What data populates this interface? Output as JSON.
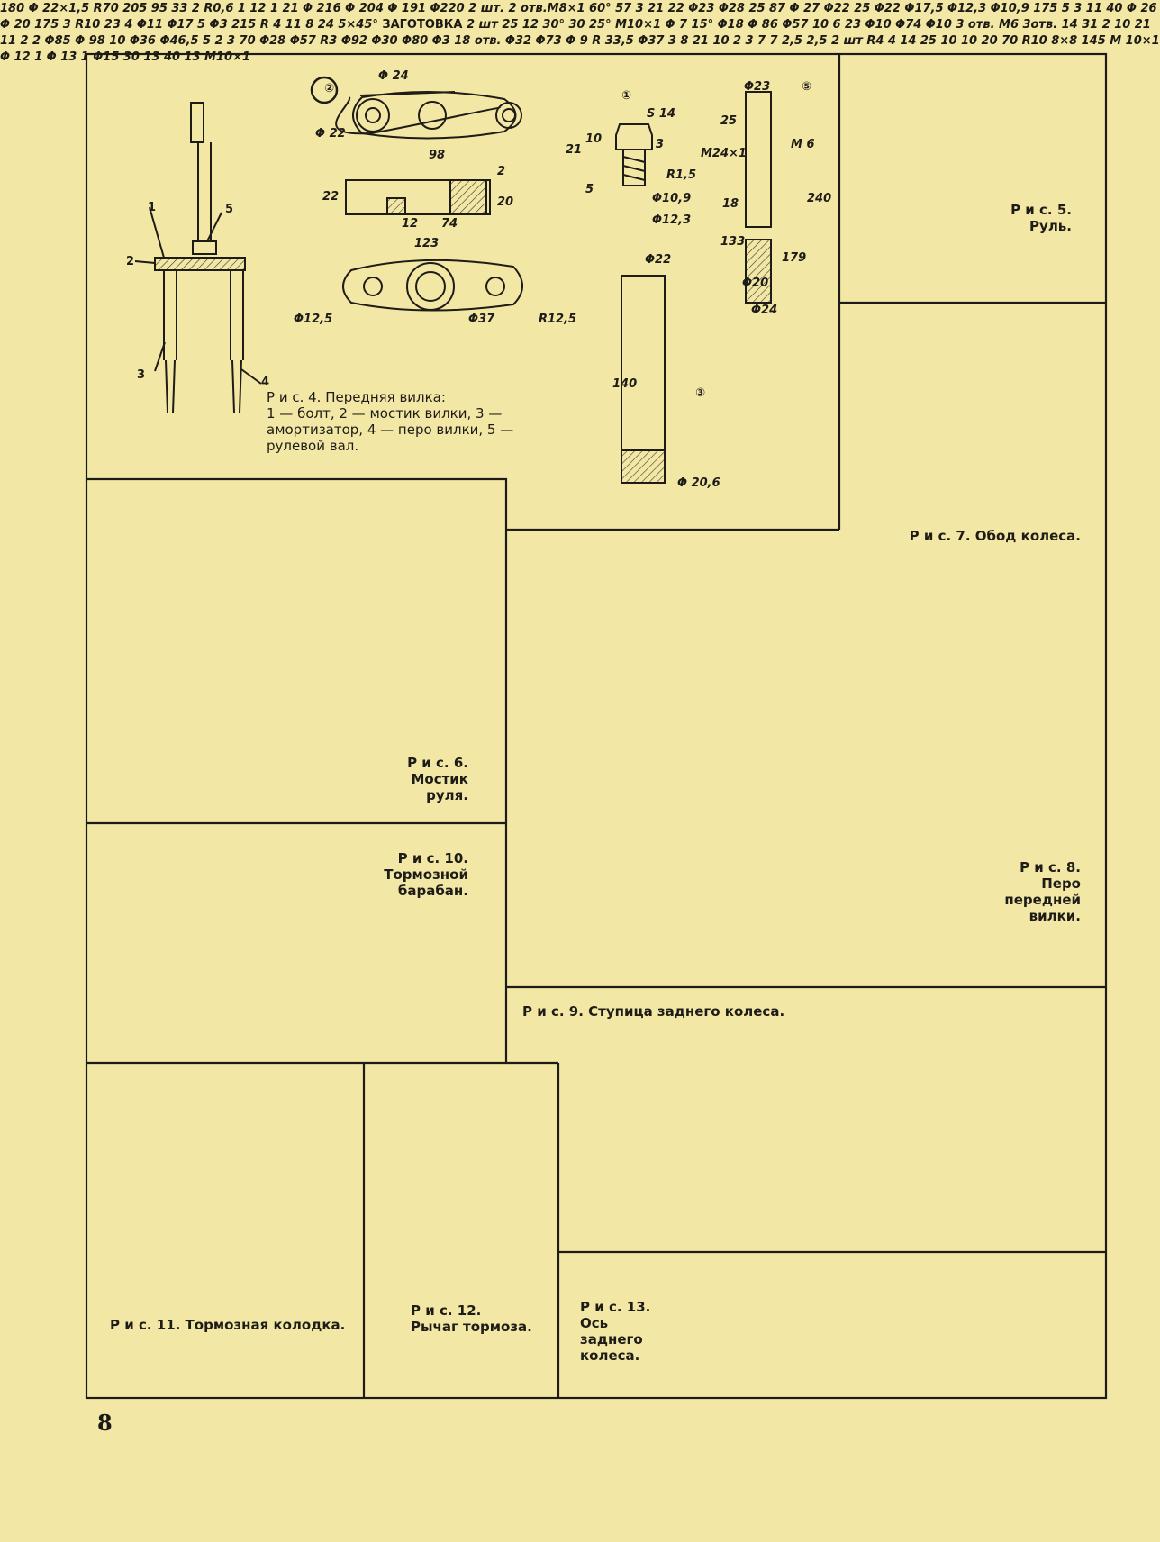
{
  "page_number": "8",
  "figures": {
    "fig4": {
      "caption": "Р и с. 4. Передняя вилка:\n1 — болт, 2 — мостик вилки, 3 — амортизатор, 4 — перо вилки, 5 — рулевой вал.",
      "callouts": [
        "1",
        "2",
        "3",
        "4",
        "5"
      ],
      "dims": [
        "Φ 24",
        "Φ 22",
        "98",
        "22",
        "2",
        "20",
        "12",
        "74",
        "123",
        "Φ12,5",
        "Φ37",
        "R12,5",
        "S 14",
        "21",
        "10",
        "3",
        "R1,5",
        "5",
        "Φ10,9",
        "Φ12,3",
        "Φ23",
        "25",
        "M24×1",
        "M 6",
        "18",
        "240",
        "133",
        "179",
        "Φ20",
        "Φ24",
        "Φ22",
        "140",
        "Φ 20,6"
      ],
      "part_marks": [
        "②",
        "①",
        "⑤",
        "③"
      ]
    },
    "fig5": {
      "caption": "Р и с. 5.\nРуль.",
      "dims": [
        "180",
        "Φ 22×1,5",
        "R70",
        "205",
        "95"
      ]
    },
    "fig6": {
      "caption": "Р и с. 6.\nМостик\nруля.",
      "dims": [
        "2 отв.М8×1",
        "60°",
        "57",
        "3",
        "21",
        "22",
        "Φ23",
        "Φ28",
        "25",
        "87",
        "Φ 27",
        "Φ22",
        "25"
      ]
    },
    "fig7": {
      "caption": "Р и с. 7. Обод колеса.",
      "qty": "2 шт.",
      "dims": [
        "33",
        "2",
        "R0,6",
        "1",
        "12",
        "1",
        "21",
        "Φ 216",
        "Φ 204",
        "Φ 191",
        "Φ220"
      ]
    },
    "fig8": {
      "caption": "Р и с. 8.\nПеро\nпередней\nвилки.",
      "blank_label": "ЗАГОТОВКА",
      "qty": "2 шт",
      "dims": [
        "Φ22",
        "Φ17,5",
        "Φ12,3",
        "Φ10,9",
        "175",
        "5",
        "3",
        "11",
        "40",
        "Φ 26",
        "Φ 20",
        "175",
        "3",
        "R10",
        "23",
        "4",
        "Φ11",
        "Φ17",
        "5",
        "Φ3",
        "215",
        "R 4",
        "11",
        "8",
        "24",
        "5×45°"
      ]
    },
    "fig9": {
      "caption": "Р и с. 9. Ступица заднего колеса.",
      "dims": [
        "Φ10",
        "3 отв.",
        "M6",
        "3отв.",
        "14",
        "31",
        "2",
        "10",
        "21",
        "11",
        "2",
        "2",
        "Φ85",
        "Φ 98",
        "10",
        "Φ36",
        "Φ46,5",
        "5",
        "2",
        "3",
        "70",
        "Φ28",
        "Φ57",
        "R3",
        "Φ92",
        "Φ30",
        "Φ80",
        "Φ3",
        "18 отв.",
        "Φ32"
      ]
    },
    "fig10": {
      "caption": "Р и с. 10.\nТормозной\nбарабан.",
      "dims": [
        "25",
        "12",
        "30°",
        "30",
        "25°",
        "M10×1",
        "Φ 7",
        "15°",
        "Φ18",
        "Φ 86",
        "Φ57",
        "10",
        "6",
        "23",
        "Φ10",
        "Φ74"
      ]
    },
    "fig11": {
      "caption": "Р и с. 11. Тормозная колодка.",
      "qty": "2 шт",
      "dims": [
        "Φ73",
        "Φ 9",
        "R 33,5",
        "Φ37",
        "3",
        "8",
        "21",
        "10",
        "2",
        "3",
        "7",
        "7",
        "2,5",
        "2,5"
      ]
    },
    "fig12": {
      "caption": "Р и с. 12.\nРычаг тормоза.",
      "dims": [
        "R4",
        "4",
        "14",
        "25",
        "10",
        "10",
        "20",
        "70",
        "R10",
        "8×8"
      ]
    },
    "fig13": {
      "caption": "Р и с. 13.\nОсь\nзаднего\nколеса.",
      "dims": [
        "145",
        "M 10×1",
        "Φ 12",
        "1",
        "Φ 13",
        "1",
        "Φ15",
        "30",
        "13",
        "40",
        "13",
        "M10×1"
      ]
    }
  },
  "colors": {
    "paper": "#f3e7a6",
    "ink": "#1e1c16",
    "hatch": "#3a352a"
  }
}
